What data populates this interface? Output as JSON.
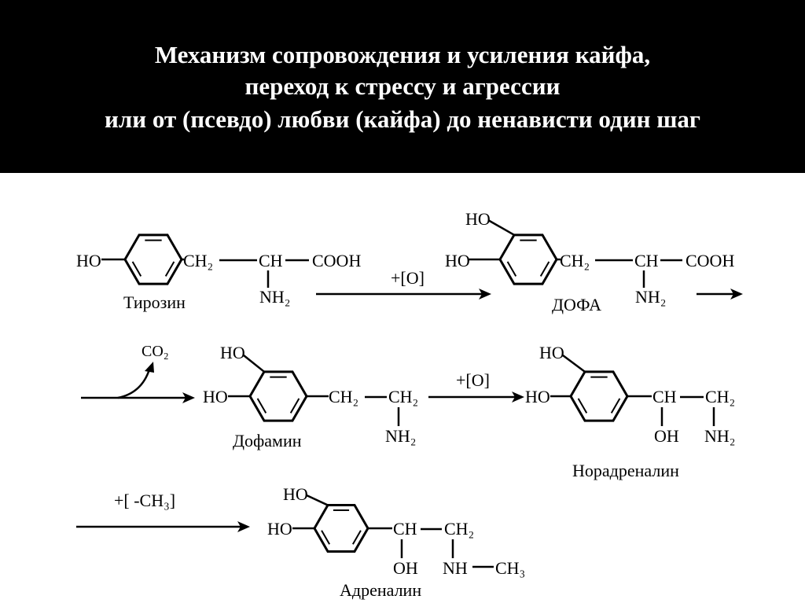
{
  "title": {
    "line1": "Механизм сопровождения и усиления кайфа,",
    "line2": "переход к стрессу и агрессии",
    "line3": "или от (псевдо) любви (кайфа) до ненависти один шаг"
  },
  "reactions": {
    "oxidation1": "+[O]",
    "decarboxylation": "CO₂",
    "oxidation2": "+[O]",
    "methylation": "+[ -CH₃]"
  },
  "molecules": {
    "tyrosine": {
      "name": "Тирозин",
      "ho": "HO",
      "ch2": "CH₂",
      "ch": "CH",
      "cooh": "COOH",
      "nh2": "NH₂"
    },
    "dopa": {
      "name": "ДОФА",
      "ho1": "HO",
      "ho2": "HO",
      "ch2": "CH₂",
      "ch": "CH",
      "cooh": "COOH",
      "nh2": "NH₂"
    },
    "dopamine": {
      "name": "Дофамин",
      "ho1": "HO",
      "ho2": "HO",
      "ch2a": "CH₂",
      "ch2b": "CH₂",
      "nh2": "NH₂"
    },
    "noradrenaline": {
      "name": "Норадреналин",
      "ho1": "HO",
      "ho2": "HO",
      "ch": "CH",
      "ch2": "CH₂",
      "oh": "OH",
      "nh2": "NH₂"
    },
    "adrenaline": {
      "name": "Адреналин",
      "ho1": "HO",
      "ho2": "HO",
      "ch": "CH",
      "ch2": "CH₂",
      "oh": "OH",
      "nh": "NH",
      "ch3": "CH₃"
    }
  }
}
